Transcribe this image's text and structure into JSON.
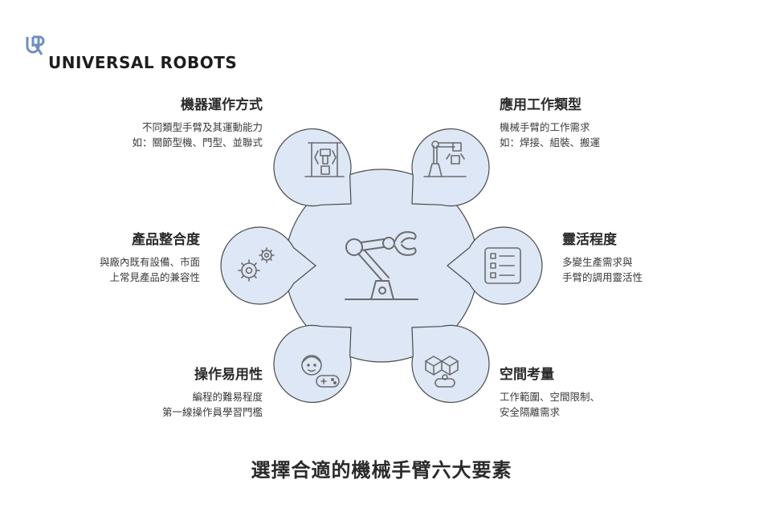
{
  "brand": {
    "name": "UNIVERSAL ROBOTS",
    "mark": "UR"
  },
  "footer_title": "選擇合適的機械手臂六大要素",
  "center_icon": "robot-arm-icon",
  "factors": [
    {
      "title": "機器運作方式",
      "lines": [
        "不同類型手臂及其運動能力",
        "如：關節型機、門型、並聯式"
      ],
      "icon": "gantry-robot-icon"
    },
    {
      "title": "應用工作類型",
      "lines": [
        "機械手臂的工作需求",
        "如：焊接、組裝、搬運"
      ],
      "icon": "industrial-robot-icon"
    },
    {
      "title": "產品整合度",
      "lines": [
        "與廠內既有設備、市面",
        "上常見產品的兼容性"
      ],
      "icon": "gears-icon"
    },
    {
      "title": "靈活程度",
      "lines": [
        "多變生產需求與",
        "手臂的調用靈活性"
      ],
      "icon": "checklist-icon"
    },
    {
      "title": "操作易用性",
      "lines": [
        "編程的難易程度",
        "第一線操作員學習門檻"
      ],
      "icon": "operator-controller-icon"
    },
    {
      "title": "空間考量",
      "lines": [
        "工作範圍、空間限制、",
        "安全隔離需求"
      ],
      "icon": "boxes-robot-icon"
    }
  ],
  "colors": {
    "bubble_fill": "#dde7f6",
    "bubble_stroke": "#4a4a4a",
    "icon_stroke": "#6c6c6c",
    "text": "#2b2b2b"
  }
}
